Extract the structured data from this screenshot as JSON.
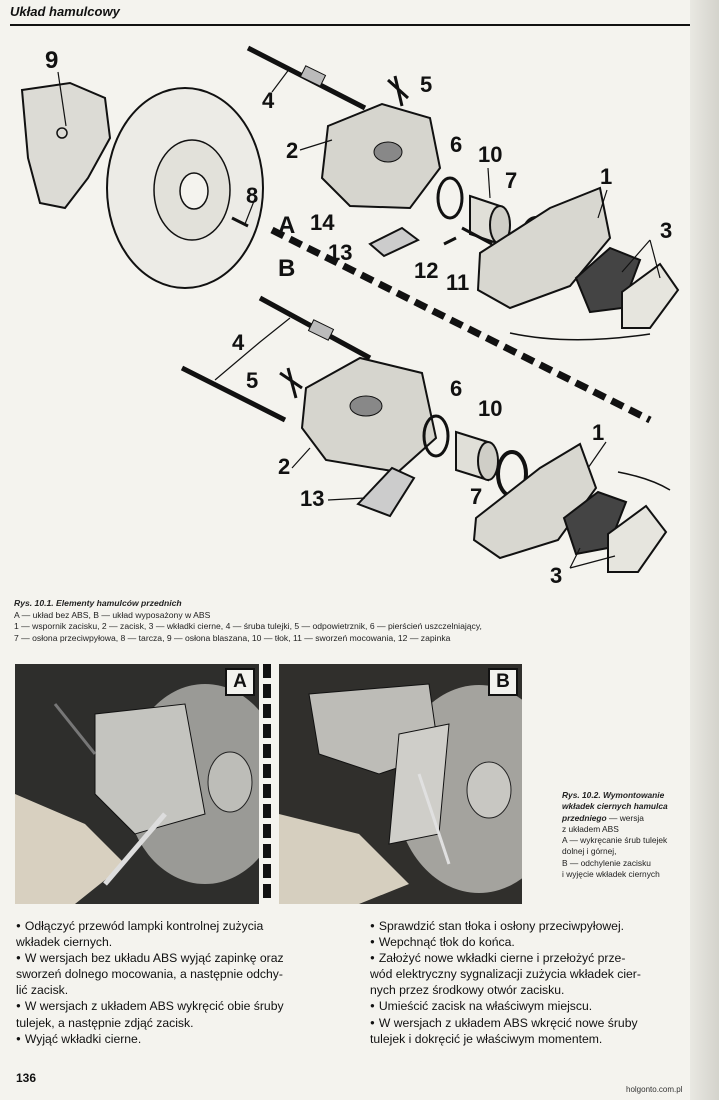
{
  "header": {
    "title": "Układ hamulcowy"
  },
  "figure1": {
    "zone_a": "A",
    "zone_b": "B",
    "callouts_a": [
      "9",
      "4",
      "5",
      "2",
      "6",
      "10",
      "7",
      "1",
      "8",
      "3",
      "14",
      "13",
      "12",
      "11"
    ],
    "callouts_b": [
      "4",
      "5",
      "6",
      "10",
      "1",
      "2",
      "13",
      "7",
      "3"
    ]
  },
  "caption1": {
    "title": "Rys. 10.1. Elementy hamulców przednich",
    "lines": [
      "A — układ bez ABS, B — układ wyposażony w ABS",
      "1 — wspornik zacisku, 2 — zacisk, 3 — wkładki cierne, 4 — śruba tulejki, 5 — odpowietrznik, 6 — pierścień uszczelniający,",
      "7 — osłona przeciwpyłowa, 8 — tarcza, 9 — osłona blaszana, 10 — tłok, 11 — sworzeń mocowania, 12 — zapinka"
    ]
  },
  "photos": {
    "a_label": "A",
    "b_label": "B"
  },
  "caption2": {
    "title_lines": [
      "Rys. 10.2. Wymontowanie",
      "wkładek ciernych hamulca",
      "przedniego"
    ],
    "title_suffix": " — wersja",
    "lines": [
      "z układem ABS",
      "A — wykręcanie śrub tulejek",
      "dolnej i górnej,",
      "B — odchylenie zacisku",
      "i wyjęcie wkładek ciernych"
    ]
  },
  "left_column": [
    "Odłączyć przewód lampki kontrolnej zużycia",
    "wkładek ciernych.",
    "W wersjach bez układu ABS wyjąć zapinkę oraz",
    "sworzeń dolnego mocowania, a następnie odchy-",
    "lić zacisk.",
    "W wersjach z układem ABS wykręcić obie śruby",
    "tulejek, a następnie zdjąć zacisk.",
    "Wyjąć wkładki cierne."
  ],
  "right_column": [
    "Sprawdzić stan tłoka i osłony przeciwpyłowej.",
    "Wepchnąć tłok do końca.",
    "Założyć nowe wkładki cierne i przełożyć prze-",
    "wód elektryczny sygnalizacji zużycia wkładek cier-",
    "nych przez środkowy otwór zacisku.",
    "Umieścić zacisk na właściwym miejscu.",
    "W wersjach z układem ABS wkręcić nowe śruby",
    "tulejek i dokręcić je właściwym momentem."
  ],
  "footer": {
    "page_number": "136",
    "source": "holgonto.com.pl"
  }
}
